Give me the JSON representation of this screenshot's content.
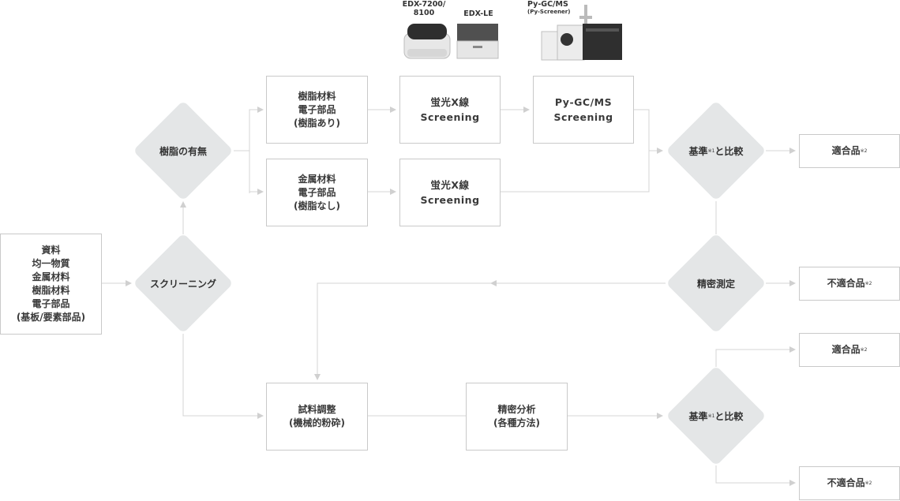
{
  "instruments": {
    "edx7200": "EDX-7200/\n8100",
    "edxle": "EDX-LE",
    "pygcms": "Py-GC/MS",
    "pygcms_sub": "(Py-Screener)"
  },
  "source_box": [
    "資料",
    "均一物質",
    "金属材料",
    "樹脂材料",
    "電子部品",
    "(基板/要素部品)"
  ],
  "decisions": {
    "screening": "スクリーニング",
    "resin_check": "樹脂の有無",
    "compare_top": "基準",
    "compare_top_sup": "※1",
    "compare_top_tail": "と比較",
    "precision_measure": "精密測定",
    "compare_bottom": "基準",
    "compare_bottom_sup": "※1",
    "compare_bottom_tail": "と比較"
  },
  "boxes": {
    "resin_material": [
      "樹脂材料",
      "電子部品",
      "(樹脂あり)"
    ],
    "metal_material": [
      "金属材料",
      "電子部品",
      "(樹脂なし)"
    ],
    "xray_top": [
      "蛍光X線",
      "Screening"
    ],
    "xray_bottom": [
      "蛍光X線",
      "Screening"
    ],
    "pygcms_screening": [
      "Py-GC/MS",
      "Screening"
    ],
    "sample_prep": [
      "試料調整",
      "(機械的粉砕)"
    ],
    "precision_analysis": [
      "精密分析",
      "(各種方法)"
    ]
  },
  "results": {
    "pass_1": "適合品",
    "pass_1_sup": "※2",
    "fail_1": "不適合品",
    "fail_1_sup": "※2",
    "pass_2": "適合品",
    "pass_2_sup": "※2",
    "fail_2": "不適合品",
    "fail_2_sup": "※2"
  }
}
